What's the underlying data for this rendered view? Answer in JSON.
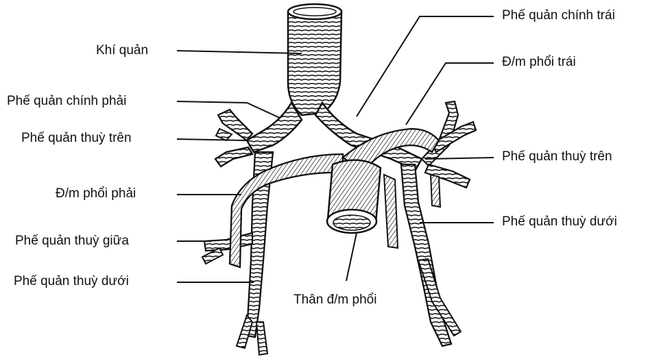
{
  "colors": {
    "ink": "#111111",
    "background": "#ffffff"
  },
  "labels": {
    "trachea": "Khí quản",
    "right_main_bronchus": "Phế quản chính phải",
    "right_upper_lobe_bronchus": "Phế quản thuỳ trên",
    "right_pulmonary_artery": "Đ/m phổi phải",
    "right_middle_lobe_bronchus": "Phế quản thuỳ giữa",
    "right_lower_lobe_bronchus": "Phế quản thuỳ dưới",
    "left_main_bronchus": "Phế quản chính trái",
    "left_pulmonary_artery": "Đ/m phổi trái",
    "left_upper_lobe_bronchus": "Phế quản thuỳ trên",
    "left_lower_lobe_bronchus": "Phế quản thuỳ dưới",
    "pulmonary_trunk": "Thân đ/m phổi"
  }
}
